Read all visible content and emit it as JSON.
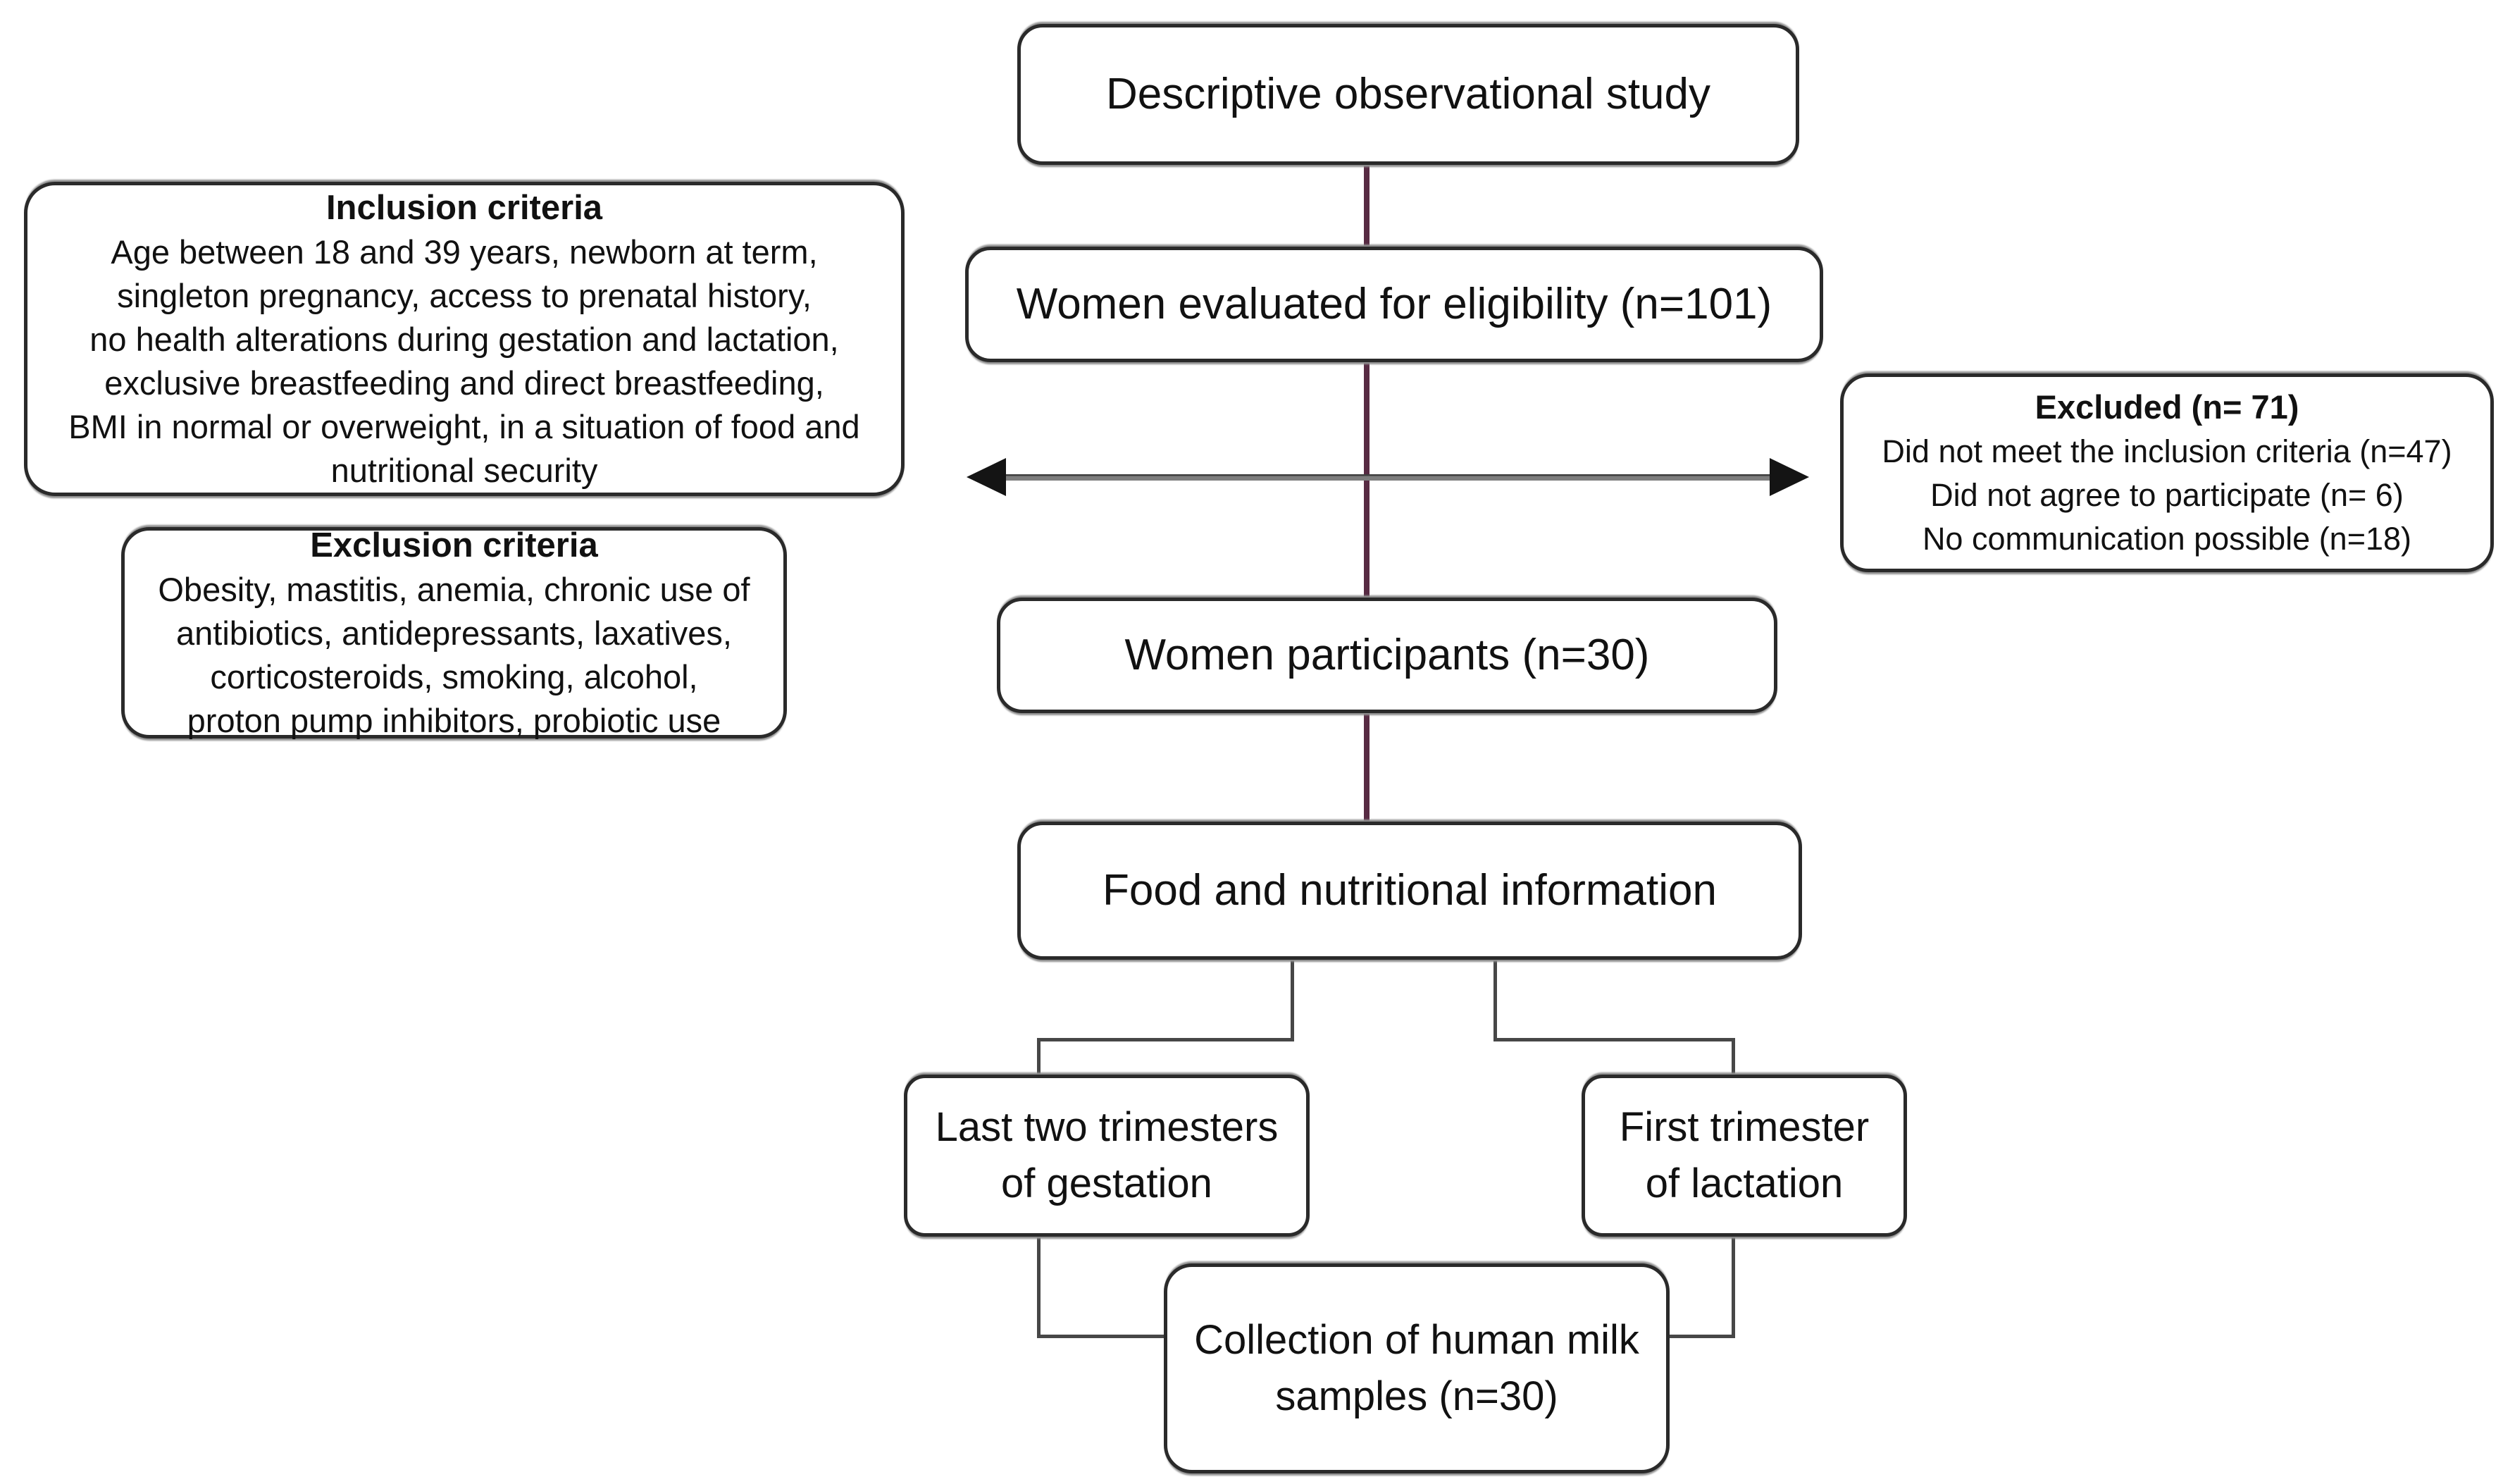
{
  "page": {
    "background": "#ffffff"
  },
  "colors": {
    "box_border": "#2a2a2a",
    "text": "#111111",
    "flow_line_maroon": "#572b43",
    "branch_line_gray": "#474747",
    "arrow_shaft_gray": "#7d7d7d",
    "arrow_head_black": "#141414",
    "page_bg": "#ffffff"
  },
  "boxes": {
    "study": {
      "label": "Descriptive observational study"
    },
    "eligibility": {
      "label": "Women evaluated for eligibility (n=101)"
    },
    "inclusion": {
      "title": "Inclusion criteria",
      "lines": [
        "Age between 18 and 39 years, newborn at term,",
        "singleton pregnancy, access to prenatal history,",
        "no health alterations during gestation and lactation,",
        "exclusive breastfeeding and direct breastfeeding,",
        "BMI in normal or overweight, in a situation of food and",
        "nutritional security"
      ]
    },
    "exclusion": {
      "title": "Exclusion criteria",
      "lines": [
        "Obesity, mastitis, anemia, chronic use of",
        "antibiotics, antidepressants, laxatives,",
        "corticosteroids, smoking, alcohol,",
        "proton pump inhibitors, probiotic use"
      ]
    },
    "excluded": {
      "title": "Excluded (n= 71)",
      "lines": [
        "Did not meet the inclusion criteria (n=47)",
        "Did not agree to participate (n= 6)",
        "No communication possible (n=18)"
      ]
    },
    "participants": {
      "label": "Women participants (n=30)"
    },
    "food_info": {
      "label": "Food and nutritional information"
    },
    "gestation": {
      "lines": [
        "Last two trimesters",
        "of gestation"
      ]
    },
    "lactation": {
      "lines": [
        "First trimester",
        "of lactation"
      ]
    },
    "collection": {
      "lines": [
        "Collection of human milk",
        "samples (n=30)"
      ]
    }
  }
}
